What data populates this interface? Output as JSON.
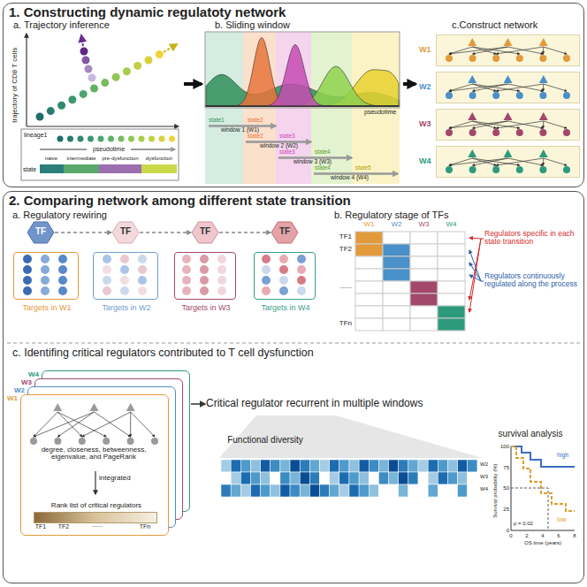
{
  "diagram": {
    "nodes": [
      {
        "text": [
          "1. Constructing dynamic regulatoty network"
        ]
      },
      {
        "text": [
          "a. Trajectory inference"
        ],
        "in": 0
      },
      {
        "text": [
          "b. Sliding window"
        ],
        "in": 0
      },
      {
        "text": [
          "c.Construct network"
        ],
        "in": 0
      },
      {
        "text": [
          "W1"
        ],
        "in": 3
      },
      {
        "text": [
          "W2"
        ],
        "in": 3
      },
      {
        "text": [
          "W3"
        ],
        "in": 3
      },
      {
        "text": [
          "W4"
        ],
        "in": 3
      },
      {
        "text": [
          "2. Comparing network among different state transition"
        ]
      },
      {
        "text": [
          "TF"
        ],
        "in": 8
      },
      {
        "text": [
          "TF"
        ],
        "in": 8
      },
      {
        "text": [
          "TF"
        ],
        "in": 8
      },
      {
        "text": [
          "TF"
        ],
        "in": 8
      },
      {
        "text": [
          "Targets in W1"
        ],
        "in": 8
      },
      {
        "text": [
          "Targets in W2"
        ],
        "in": 8
      },
      {
        "text": [
          "Targets in W3"
        ],
        "in": 8
      },
      {
        "text": [
          "Targets in W4"
        ],
        "in": 8
      },
      {
        "text": [
          "W4"
        ],
        "in": 8
      },
      {
        "text": [
          "W3"
        ],
        "in": 8
      },
      {
        "text": [
          "W2"
        ],
        "in": 8
      },
      {
        "text": [
          "W1"
        ],
        "in": 8
      },
      {
        "text": [
          "Rank list of critical regulators"
        ],
        "in": 20
      },
      {
        "text": [
          "Critical regulator recurrent in multiple windows"
        ],
        "in": 8
      }
    ],
    "edges": [
      {
        "from": 1,
        "to": 2,
        "arrow": "to"
      },
      {
        "from": 2,
        "to": 3,
        "arrow": "to"
      },
      {
        "from": 9,
        "to": 10,
        "arrow": "to"
      },
      {
        "from": 10,
        "to": 11,
        "arrow": "to"
      },
      {
        "from": 11,
        "to": 12,
        "arrow": "to"
      },
      {
        "from": 17,
        "to": 22,
        "arrow": "to"
      }
    ],
    "labels": [
      "trajectory of CD8 T cells",
      "lineage1",
      "pseudotime",
      "state",
      "naive",
      "intermediate",
      "pre-dysfunction",
      "dysfunction",
      "pseudotime",
      "state1",
      "state2",
      "state2",
      "state3",
      "state3",
      "state4",
      "state4",
      "state5",
      "window 1 (W1)",
      "window 2 (W2)",
      "window 3 (W3)",
      "window 4 (W4)",
      "a. Regulatory rewiring",
      "b. Regulatory stage of TFs",
      "W1",
      "W2",
      "W3",
      "W4",
      "TF1",
      "TF2",
      "......",
      "TFn",
      "Regulators specific in each state transition",
      "Regulators continuously regulated along the process",
      "c. Identifing critical regulators contributed to T cell dysfunction",
      "degree, closeness, betweenness, eigenvalue, and PageRank",
      "integrated",
      "TF1",
      "TF2",
      "......",
      "TFn",
      "Functional diversity",
      "survival analysis",
      "W2",
      "W3",
      "W4",
      "Survival probability (%)",
      "100",
      "75",
      "50",
      "25",
      "0",
      "0",
      "2",
      "4",
      "6",
      "8",
      "OS time (years)",
      "high",
      "low",
      "p = 0.02"
    ]
  }
}
